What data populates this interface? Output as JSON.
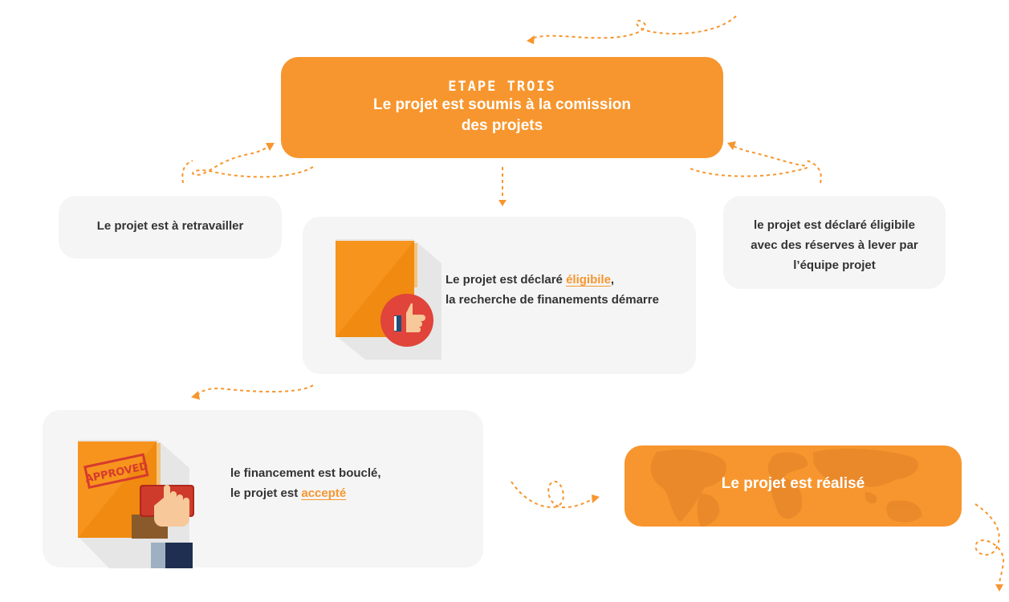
{
  "stage": {
    "label": "ETAPE TROIS",
    "title_line1": "Le projet est soumis à la comission",
    "title_line2": "des projets"
  },
  "left_outcome": {
    "text": "Le projet est à retravailler"
  },
  "right_outcome": {
    "line1": "le projet est déclaré éligibile",
    "line2": "avec des réserves à lever par",
    "line3": "l’équipe projet"
  },
  "middle_outcome": {
    "line1_prefix": "Le projet est déclaré ",
    "line1_link": "éligibile",
    "line1_suffix": ",",
    "line2": "la recherche de finanements démarre"
  },
  "bottom_outcome": {
    "line1": "le financement est bouclé,",
    "line2_prefix": "le projet est ",
    "line2_link": "accepté"
  },
  "final": {
    "text": "Le projet est réalisé"
  },
  "stamp": {
    "text": "APPROVED"
  },
  "colors": {
    "accent": "#f7962e",
    "box_bg": "#f5f5f5",
    "text": "#333333",
    "folder": "#f7941d",
    "badge_red": "#e0443a"
  },
  "icons": [
    "folder-thumbs-up-icon",
    "folder-approved-stamp-icon",
    "world-map-icon"
  ]
}
